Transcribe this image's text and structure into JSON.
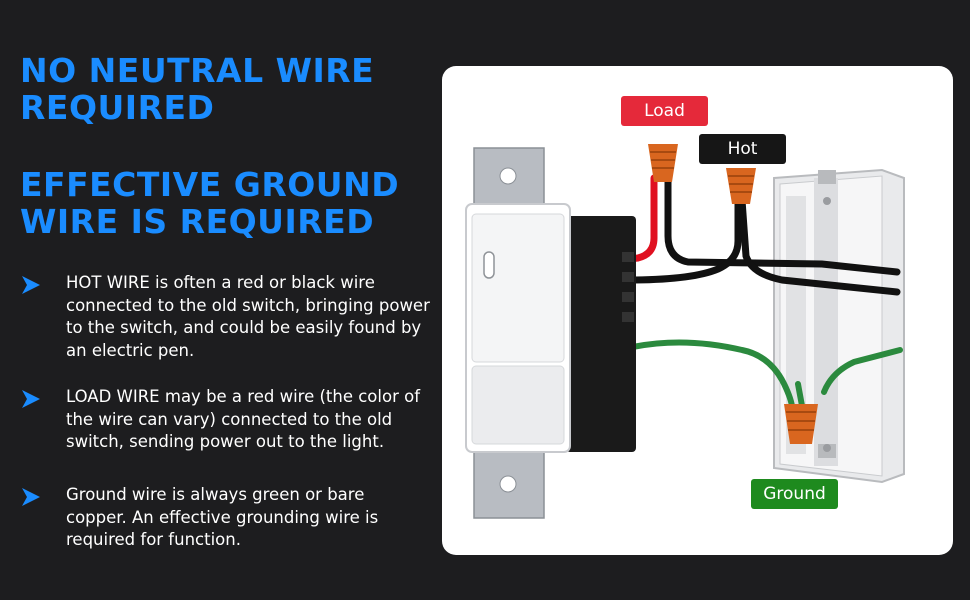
{
  "headlines": {
    "no_neutral": "NO NEUTRAL WIRE REQUIRED",
    "ground_required": "EFFECTIVE GROUND WIRE IS REQUIRED"
  },
  "bullets": [
    {
      "bold": "HOT WIRE",
      "text": " is often a red or black wire connected to the old switch, bringing power to the switch, and could be easily found by an electric pen."
    },
    {
      "bold": "LOAD WIRE",
      "text": " may be a red wire (the color of the wire can vary) connected to the old switch, sending power out to the light."
    },
    {
      "bold": "",
      "text": "Ground wire is always green or bare copper. An effective grounding wire is required for function."
    }
  ],
  "diagram": {
    "labels": {
      "load": "Load",
      "hot": "Hot",
      "ground": "Ground"
    },
    "colors": {
      "load_tag": "#e5293a",
      "hot_tag": "#161616",
      "ground_tag": "#1e8a1e",
      "wire_nut": "#d9661f",
      "ground_wire": "#2b8a3e",
      "hot_wire": "#111111",
      "load_wire": "#e01020"
    }
  },
  "colors": {
    "background": "#1d1d1f",
    "headline": "#1a8cff",
    "text": "#ffffff",
    "arrow": "#1a8cff"
  }
}
